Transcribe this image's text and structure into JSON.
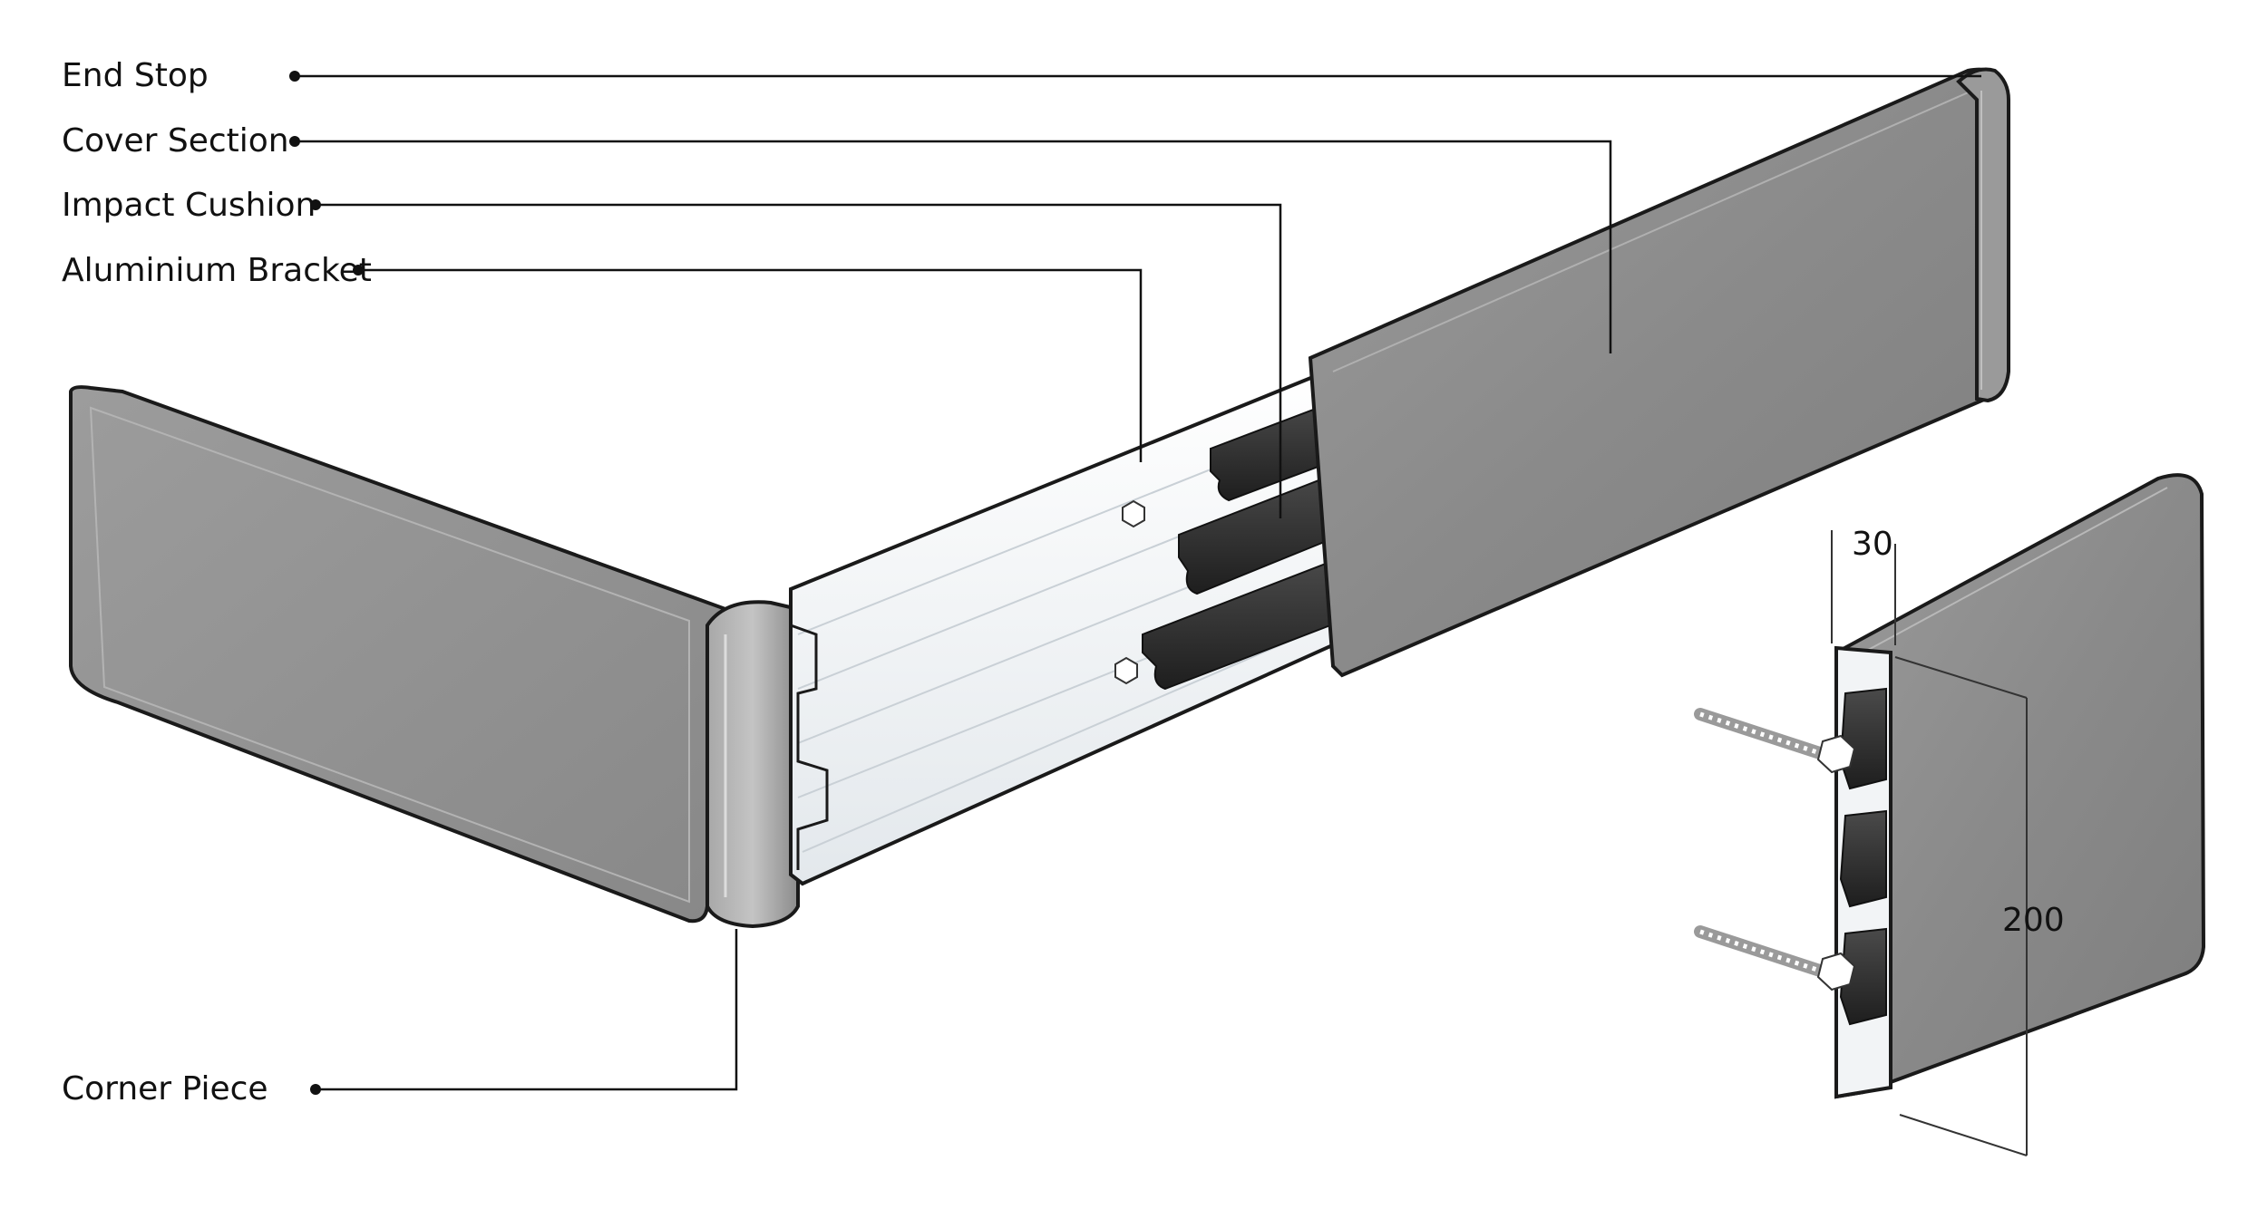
{
  "labels": {
    "end_stop": "End Stop",
    "cover_section": "Cover Section",
    "impact_cushion": "Impact Cushion",
    "aluminium_bracket": "Aluminium Bracket",
    "corner_piece": "Corner Piece"
  },
  "dimensions": {
    "depth": "30",
    "height": "200"
  },
  "colors": {
    "cover_grey": "#8e8e8e",
    "cushion_black": "#2a2a2a",
    "bracket_aluminium": "#eef1f3",
    "outline": "#1a1a1a"
  }
}
